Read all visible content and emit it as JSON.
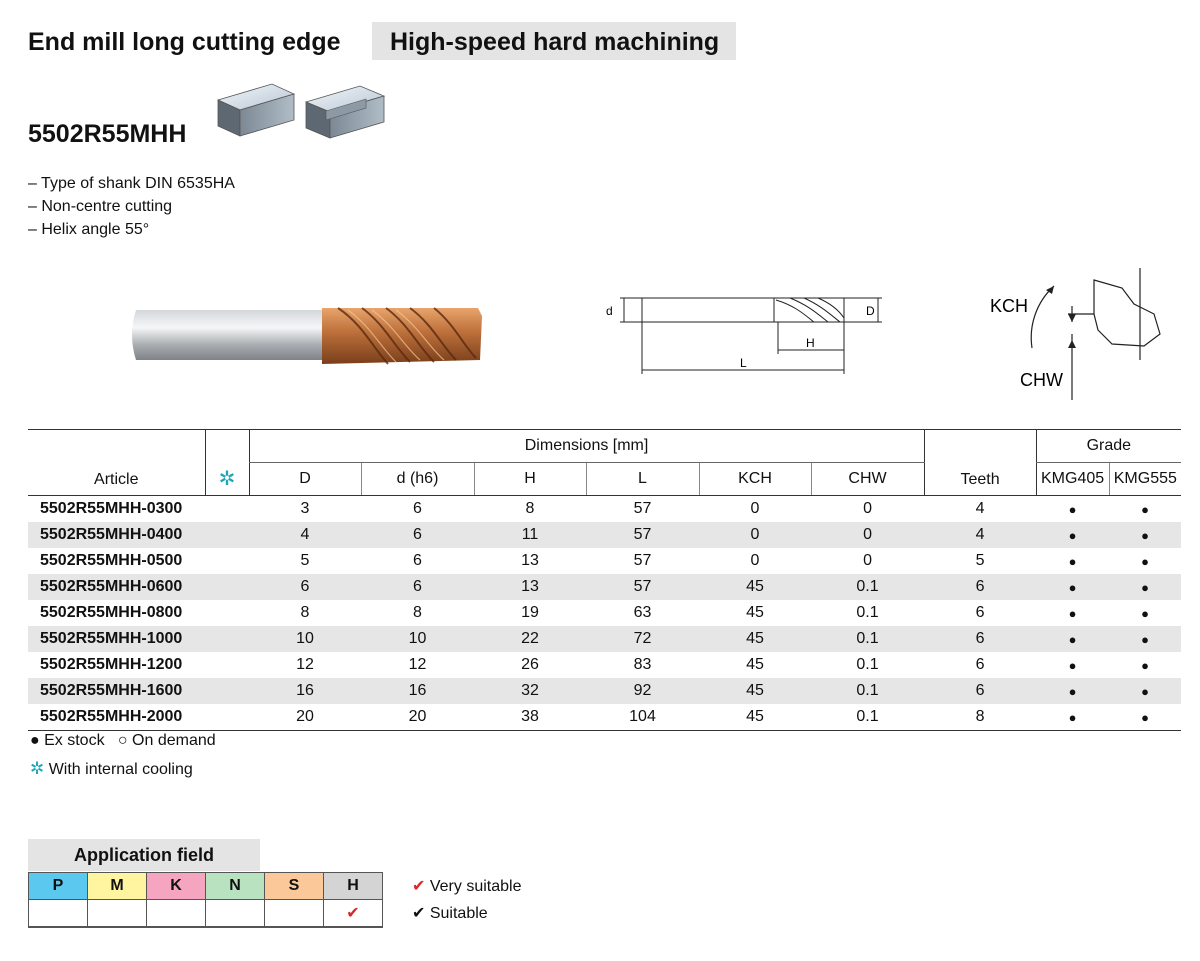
{
  "header": {
    "title": "End mill long cutting edge",
    "subtitle": "High-speed hard machining"
  },
  "product": {
    "code": "5502R55MHH",
    "features": [
      "– Type of shank DIN 6535HA",
      "– Non-centre cutting",
      "– Helix angle 55°"
    ]
  },
  "diagrams": {
    "dim_labels": {
      "d": "d",
      "D": "D",
      "H": "H",
      "L": "L"
    },
    "chamfer_labels": {
      "kch": "KCH",
      "chw": "CHW"
    }
  },
  "table": {
    "header_article": "Article",
    "header_cooling_icon": "snowflake-icon",
    "header_dimensions": "Dimensions [mm]",
    "dim_columns": [
      "D",
      "d (h6)",
      "H",
      "L",
      "KCH",
      "CHW"
    ],
    "header_teeth": "Teeth",
    "header_grade": "Grade",
    "grade_columns": [
      "KMG405",
      "KMG555"
    ],
    "rows": [
      {
        "article": "5502R55MHH-0300",
        "D": "3",
        "d": "6",
        "H": "8",
        "L": "57",
        "KCH": "0",
        "CHW": "0",
        "teeth": "4",
        "g1": "●",
        "g2": "●"
      },
      {
        "article": "5502R55MHH-0400",
        "D": "4",
        "d": "6",
        "H": "11",
        "L": "57",
        "KCH": "0",
        "CHW": "0",
        "teeth": "4",
        "g1": "●",
        "g2": "●"
      },
      {
        "article": "5502R55MHH-0500",
        "D": "5",
        "d": "6",
        "H": "13",
        "L": "57",
        "KCH": "0",
        "CHW": "0",
        "teeth": "5",
        "g1": "●",
        "g2": "●"
      },
      {
        "article": "5502R55MHH-0600",
        "D": "6",
        "d": "6",
        "H": "13",
        "L": "57",
        "KCH": "45",
        "CHW": "0.1",
        "teeth": "6",
        "g1": "●",
        "g2": "●"
      },
      {
        "article": "5502R55MHH-0800",
        "D": "8",
        "d": "8",
        "H": "19",
        "L": "63",
        "KCH": "45",
        "CHW": "0.1",
        "teeth": "6",
        "g1": "●",
        "g2": "●"
      },
      {
        "article": "5502R55MHH-1000",
        "D": "10",
        "d": "10",
        "H": "22",
        "L": "72",
        "KCH": "45",
        "CHW": "0.1",
        "teeth": "6",
        "g1": "●",
        "g2": "●"
      },
      {
        "article": "5502R55MHH-1200",
        "D": "12",
        "d": "12",
        "H": "26",
        "L": "83",
        "KCH": "45",
        "CHW": "0.1",
        "teeth": "6",
        "g1": "●",
        "g2": "●"
      },
      {
        "article": "5502R55MHH-1600",
        "D": "16",
        "d": "16",
        "H": "32",
        "L": "92",
        "KCH": "45",
        "CHW": "0.1",
        "teeth": "6",
        "g1": "●",
        "g2": "●"
      },
      {
        "article": "5502R55MHH-2000",
        "D": "20",
        "d": "20",
        "H": "38",
        "L": "104",
        "KCH": "45",
        "CHW": "0.1",
        "teeth": "8",
        "g1": "●",
        "g2": "●"
      }
    ]
  },
  "legend": {
    "ex_stock": "● Ex stock",
    "on_demand": "○ On demand",
    "cooling": "With internal cooling"
  },
  "application": {
    "title": "Application field",
    "materials": [
      {
        "label": "P",
        "color": "#5bc8f0",
        "mark": ""
      },
      {
        "label": "M",
        "color": "#fff5a0",
        "mark": ""
      },
      {
        "label": "K",
        "color": "#f5a5c0",
        "mark": ""
      },
      {
        "label": "N",
        "color": "#b8e2c0",
        "mark": ""
      },
      {
        "label": "S",
        "color": "#fbc89a",
        "mark": ""
      },
      {
        "label": "H",
        "color": "#d4d4d4",
        "mark": "✔"
      }
    ],
    "very_suitable": "Very suitable",
    "suitable": "Suitable"
  },
  "colors": {
    "accent_red": "#d62828",
    "cooling_teal": "#1aa7b8",
    "coating_bronze": "#c0733d"
  }
}
